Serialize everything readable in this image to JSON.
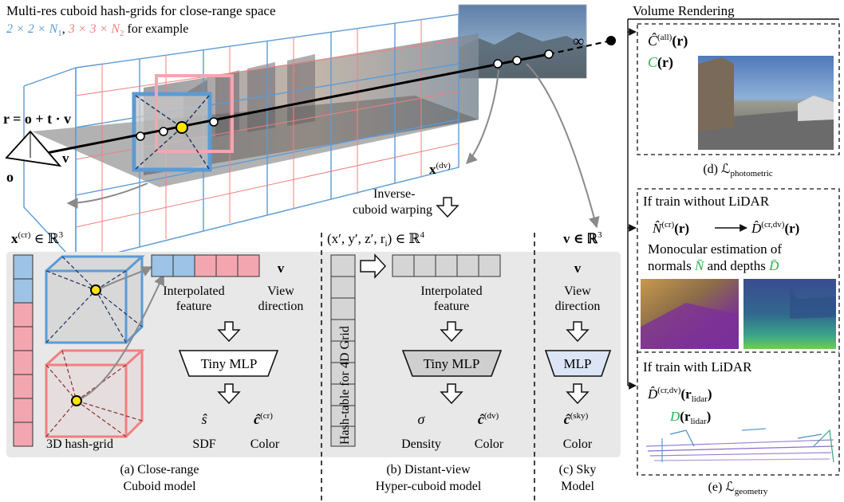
{
  "header": {
    "title": "Multi-res cuboid hash-grids for close-range space",
    "example_prefix_blue": "2 × 2 × N",
    "example_sub1": "1",
    "example_sep": ", ",
    "example_prefix_red": "3 × 3 × N",
    "example_sub2": "2",
    "example_suffix": " for example"
  },
  "scene": {
    "ray_eq": "r = o + t · v",
    "origin": "o",
    "direction": "v",
    "infinity": "∞",
    "x_dv": "x",
    "x_dv_sup": "(dv)",
    "warp_line1": "Inverse-",
    "warp_line2": "cuboid warping"
  },
  "panel_a": {
    "input_x": "x",
    "input_sup": "(cr)",
    "input_space": " ∈ ℝ",
    "input_pow": "3",
    "interp_line1": "Interpolated",
    "interp_line2": "feature",
    "view_v": "v",
    "view_line1": "View",
    "view_line2": "direction",
    "mlp": "Tiny MLP",
    "out_sdf_sym": "ŝ",
    "out_color_sym": "ĉ",
    "out_color_sup": "(cr)",
    "out_sdf": "SDF",
    "out_color": "Color",
    "grid_label": "3D hash-grid",
    "caption_line1": "(a)  Close-range",
    "caption_line2": "Cuboid model"
  },
  "panel_b": {
    "input": "(x′, y′, z′, r",
    "input_sub": "i",
    "input_tail": ") ∈ ℝ",
    "input_pow": "4",
    "table_label": "Hash-table for 4D Grid",
    "interp_line1": "Interpolated",
    "interp_line2": "feature",
    "mlp": "Tiny MLP",
    "out_density_sym": "σ",
    "out_color_sym": "ĉ",
    "out_color_sup": "(dv)",
    "out_density": "Density",
    "out_color": "Color",
    "caption_line1": "(b) Distant-view",
    "caption_line2": "Hyper-cuboid model"
  },
  "panel_c": {
    "input": "v ∈ ℝ",
    "input_pow": "3",
    "view_v": "v",
    "view_line1": "View",
    "view_line2": "direction",
    "mlp": "MLP",
    "out_color_sym": "ĉ",
    "out_color_sup": "(sky)",
    "out_color": "Color",
    "caption_line1": "(c) Sky",
    "caption_line2": "Model"
  },
  "panel_d": {
    "title": "Volume Rendering",
    "c_all": "Ĉ",
    "c_all_sup": "(all)",
    "c_all_arg": "(r)",
    "c_gt": "C",
    "c_gt_arg": "(r)",
    "caption": "(d) ℒ",
    "caption_sub": "photometric"
  },
  "panel_e": {
    "no_lidar_title": "If train without LiDAR",
    "n_sym": "N̂",
    "n_sup": "(cr)",
    "n_arg": "(r)",
    "d_sym": "D̂",
    "d_sup": "(cr,dv)",
    "d_arg": "(r)",
    "mono_line1": "Monocular estimation of",
    "mono_line2_a": "normals ",
    "mono_n": "N̄",
    "mono_line2_b": " and depths ",
    "mono_d": "D̄",
    "lidar_title": "If train with LiDAR",
    "lidar_d_sym": "D̂",
    "lidar_d_sup": "(cr,dv)",
    "lidar_d_arg": "(r",
    "lidar_d_sub": "lidar",
    "lidar_gt_sym": "D",
    "lidar_gt_arg": "(r",
    "lidar_gt_sub": "lidar",
    "caption": "(e) ℒ",
    "caption_sub": "geometry"
  },
  "colors": {
    "blue": "#5b9bd5",
    "blue_fill": "#9dc3e6",
    "red": "#f08080",
    "red_fill": "#f4a6b0",
    "green": "#2bb24c",
    "panel_bg": "#e8e8e8",
    "sky_mlp": "#dbe5f5"
  }
}
